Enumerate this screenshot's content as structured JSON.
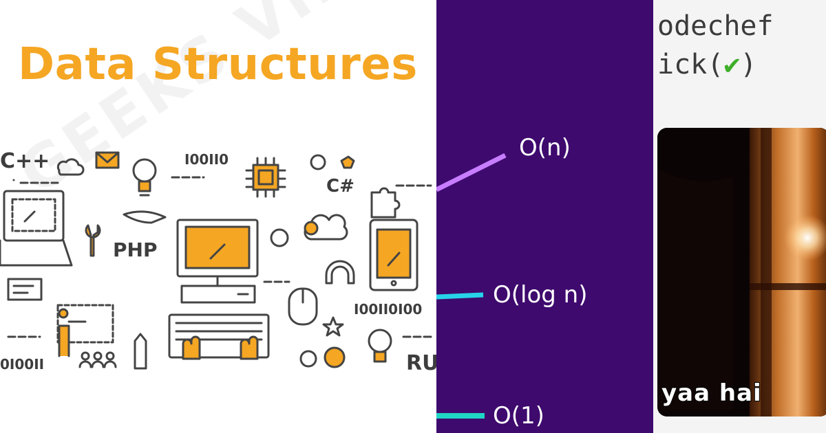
{
  "left": {
    "title": "Data Structures",
    "title_color": "#f5a623",
    "accent_color": "#f5a623",
    "line_color": "#444444",
    "labels": {
      "cpp": "C++",
      "binary1": "I00II0",
      "csharp": "C#",
      "php": "PHP",
      "binary2": "I00II0I00",
      "binary3": "0I00II",
      "ru": "RU"
    },
    "icons": [
      "laptop-icon",
      "cloud-icon",
      "mail-icon",
      "lightbulb-icon",
      "chip-icon",
      "gear-icon",
      "hand-icon",
      "puzzle-icon",
      "wrench-icon",
      "monitor-icon",
      "keyboard-icon",
      "tablet-icon",
      "brain-icon",
      "headphones-icon",
      "mouse-icon",
      "person-presenting-icon",
      "pencil-icon",
      "people-icon",
      "star-icon"
    ]
  },
  "middle": {
    "background": "#3e0a6e",
    "labels": [
      "O(n)",
      "O(log n)",
      "O(1)"
    ],
    "line_colors": [
      "#c77dff",
      "#27d3e8",
      "#1fd6c4"
    ]
  },
  "right": {
    "code_lines": [
      "odechef",
      "ick(",
      ")"
    ],
    "check_icon": "check-mark-icon",
    "check_color": "#3fae2a",
    "caption": "yaa hai"
  }
}
